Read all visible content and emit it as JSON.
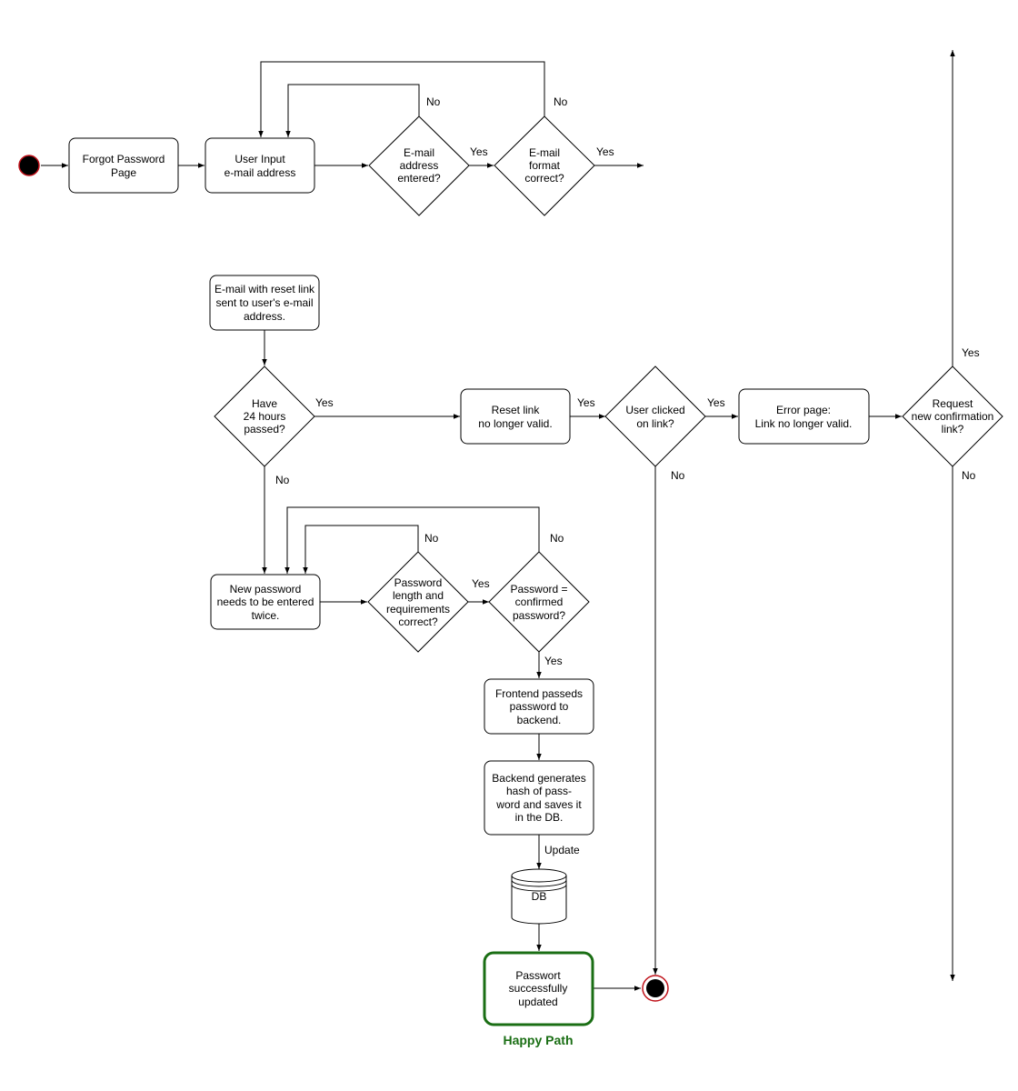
{
  "nodes": {
    "forgot_page": [
      "Forgot Password",
      "Page"
    ],
    "user_input": [
      "User Input",
      "e-mail address"
    ],
    "email_entered": [
      "E-mail",
      "address",
      "entered?"
    ],
    "email_format": [
      "E-mail",
      "format",
      "correct?"
    ],
    "email_sent": [
      "E-mail with reset link",
      "sent to user's e-mail",
      "address."
    ],
    "hours_passed": [
      "Have",
      "24 hours",
      "passed?"
    ],
    "link_invalid": [
      "Reset link",
      "no longer valid."
    ],
    "user_clicked": [
      "User clicked",
      "on link?"
    ],
    "error_page": [
      "Error page:",
      "Link no longer valid."
    ],
    "request_new": [
      "Request",
      "new confirmation",
      "link?"
    ],
    "new_password": [
      "New password",
      "needs to be entered",
      "twice."
    ],
    "pw_requirements": [
      "Password",
      "length and",
      "requirements",
      "correct?"
    ],
    "pw_confirm": [
      "Password =",
      "confirmed",
      "password?"
    ],
    "frontend": [
      "Frontend passeds",
      "password to",
      "backend."
    ],
    "backend": [
      "Backend generates",
      "hash of pass-",
      "word and saves it",
      "in the DB."
    ],
    "db": [
      "DB"
    ],
    "success": [
      "Passwort",
      "successfully",
      "updated"
    ]
  },
  "edge_labels": {
    "email_entered_no": "No",
    "email_entered_yes": "Yes",
    "email_format_no": "No",
    "email_format_yes": "Yes",
    "hours_yes": "Yes",
    "hours_no": "No",
    "link_invalid_yes": "Yes",
    "clicked_yes": "Yes",
    "clicked_no": "No",
    "request_yes": "Yes",
    "request_no": "No",
    "pw_req_no": "No",
    "pw_req_yes": "Yes",
    "pw_confirm_no": "No",
    "pw_confirm_yes": "Yes",
    "update": "Update"
  },
  "caption": "Happy Path",
  "colors": {
    "accent_green": "#1a6e14",
    "terminal_red": "#c0121a"
  }
}
